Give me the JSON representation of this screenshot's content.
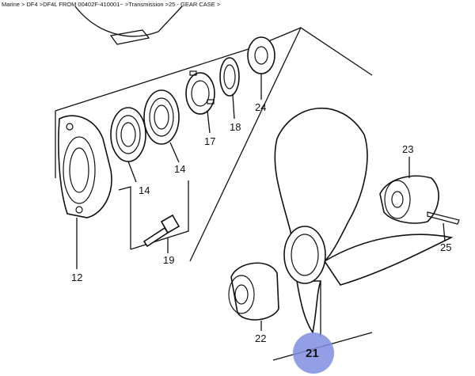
{
  "breadcrumb": "Marine > DF4 >DF4L FROM 00402F-410001~ >Transmission >25 - GEAR CASE >",
  "highlight_color": "#7f8ee0",
  "callouts": {
    "c12": "12",
    "c14a": "14",
    "c14b": "14",
    "c17": "17",
    "c18": "18",
    "c19": "19",
    "c21": "21",
    "c22": "22",
    "c23": "23",
    "c24": "24",
    "c25": "25"
  },
  "selected_callout": "21"
}
